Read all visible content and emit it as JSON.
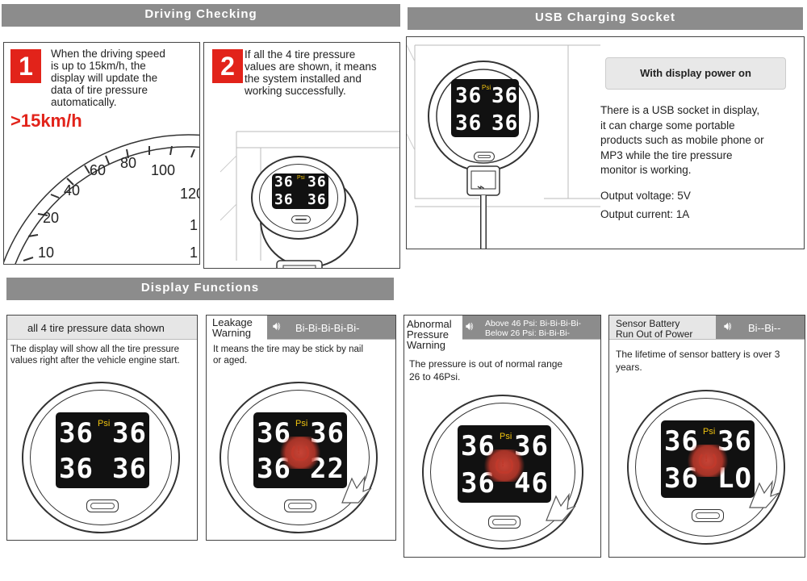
{
  "sections": {
    "driving": "Driving Checking",
    "usb": "USB Charging Socket",
    "display": "Display Functions"
  },
  "step1": {
    "number": "1",
    "text": [
      "When the driving speed",
      "is up to 15km/h, the",
      "display will update the",
      "data of tire pressure",
      "automatically."
    ],
    "speed": ">15km/h",
    "dial": [
      "10",
      "20",
      "40",
      "60",
      "80",
      "100",
      "120",
      "1",
      "1"
    ]
  },
  "step2": {
    "number": "2",
    "text": [
      "If all the 4 tire pressure",
      "values are shown, it means",
      "the system installed and",
      "working successfully."
    ]
  },
  "usb_panel": {
    "pill": "With display power on",
    "desc": [
      "There is a USB socket in display,",
      "it can charge some portable",
      "products such as mobile phone or",
      "MP3 while the tire pressure",
      "monitor is working."
    ],
    "voltage": "Output voltage: 5V",
    "current": "Output current: 1A"
  },
  "psi_label": "Psi",
  "functions": [
    {
      "title": "all 4 tire pressure data shown",
      "desc": [
        "The display will show all the tire pressure",
        "values right after the vehicle engine start."
      ],
      "values": [
        "36",
        "36",
        "36",
        "36"
      ]
    },
    {
      "title": [
        "Leakage",
        "Warning"
      ],
      "beep": "Bi-Bi-Bi-Bi-Bi-",
      "desc": [
        "It means the tire may be stick by nail",
        "or aged."
      ],
      "values": [
        "36",
        "36",
        "36",
        "22"
      ]
    },
    {
      "title": [
        "Abnormal",
        "Pressure",
        "Warning"
      ],
      "beep": [
        "Above 46 Psi: Bi-Bi-Bi-Bi-",
        "Below 26 Psi:  Bi-Bi-Bi-"
      ],
      "desc": [
        "The pressure is out of normal range",
        "26 to 46Psi."
      ],
      "values": [
        "36",
        "36",
        "36",
        "46"
      ]
    },
    {
      "title": [
        "Sensor Battery",
        "Run Out of Power"
      ],
      "beep": "Bi--Bi--",
      "desc": [
        "The lifetime of sensor battery is over 3",
        "years."
      ],
      "values": [
        "36",
        "36",
        "36",
        "LO"
      ]
    }
  ],
  "device_values": [
    "36",
    "36",
    "36",
    "36"
  ]
}
